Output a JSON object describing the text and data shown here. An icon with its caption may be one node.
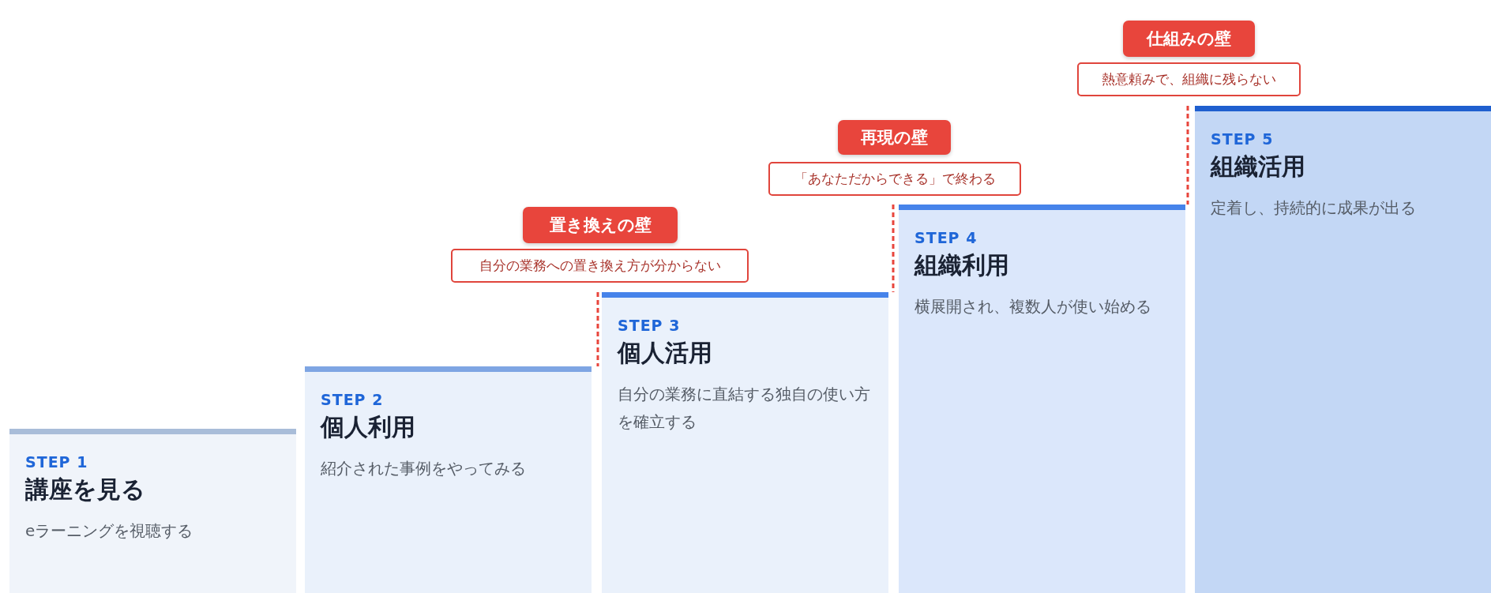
{
  "diagram": {
    "nodes": [
      {
        "text": [
          "STEP 1",
          "講座を見る",
          "eラーニングを視聴する"
        ]
      },
      {
        "text": [
          "STEP 2",
          "個人利用",
          "紹介された事例をやってみる"
        ]
      },
      {
        "text": [
          "STEP 3",
          "個人活用",
          "自分の業務に直結する独自の使い方を確立する"
        ]
      },
      {
        "text": [
          "STEP 4",
          "組織利用",
          "横展開され、複数人が使い始める"
        ]
      },
      {
        "text": [
          "STEP 5",
          "組織活用",
          "定着し、持続的に成果が出る"
        ]
      },
      {
        "text": [
          "置き換えの壁"
        ]
      },
      {
        "text": [
          "自分の業務への置き換え方が分からない"
        ]
      },
      {
        "text": [
          "再現の壁"
        ]
      },
      {
        "text": [
          "「あなただからできる」で終わる"
        ]
      },
      {
        "text": [
          "仕組みの壁"
        ]
      },
      {
        "text": [
          "熱意頼みで、組織に残らない"
        ]
      }
    ],
    "edges": []
  }
}
